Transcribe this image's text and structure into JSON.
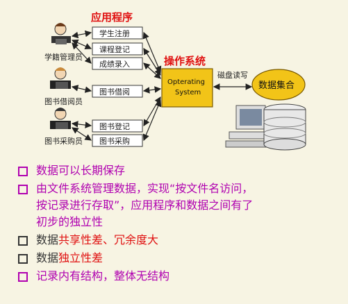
{
  "diagram": {
    "app_title": "应用程序",
    "os_title": "操作系统",
    "os_box_line1": "Opterating",
    "os_box_line2": "System",
    "disk_label": "磁盘读写",
    "dataset_label": "数据集合",
    "users": [
      {
        "label": "学籍管理员"
      },
      {
        "label": "图书借阅员"
      },
      {
        "label": "图书采购员"
      }
    ],
    "programs": [
      "学生注册",
      "课程登记",
      "成绩录入",
      "图书借阅",
      "图书登记",
      "图书采购"
    ]
  },
  "bullets": [
    {
      "text": "数据可以长期保存"
    },
    {
      "text1": "由文件系统管理数据，实现“按文件名访问，",
      "text2": "按记录进行存取”，应用程序和数据之间有了",
      "text3": "初步的独立性"
    },
    {
      "prefix": "数据",
      "highlight": "共享性差、冗余度大"
    },
    {
      "prefix": "数据",
      "highlight": "独立性差"
    },
    {
      "text": "记录内有结构，整体无结构"
    }
  ],
  "colors": {
    "magenta": "#b000b0",
    "red": "#e01010",
    "os_fill": "#f2c418",
    "db_fill": "#f2c418",
    "background": "#f7f4e3"
  }
}
